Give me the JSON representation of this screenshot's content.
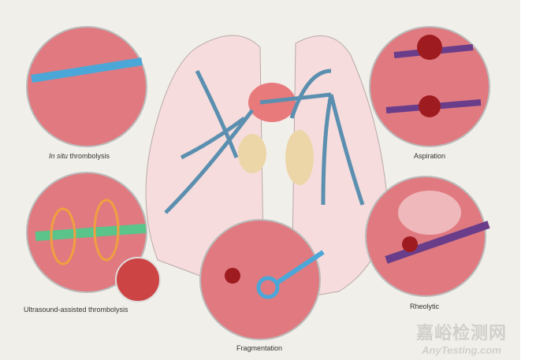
{
  "labels": {
    "in_situ_italic": "In situ",
    "in_situ_rest": " thrombolysis",
    "aspiration": "Aspiration",
    "ultrasound": "Ultrasound-assisted thrombolysis",
    "rheolytic": "Rheolytic",
    "fragmentation": "Fragmentation"
  },
  "watermark": {
    "cn": "嘉峪检测网",
    "en": "AnyTesting.com"
  },
  "colors": {
    "circle_fill": "#e07a80",
    "vessel": "#5b8fb0",
    "clot": "#9e1b20",
    "catheter": "#4aa7d8",
    "lung": "#f5d8d8"
  }
}
